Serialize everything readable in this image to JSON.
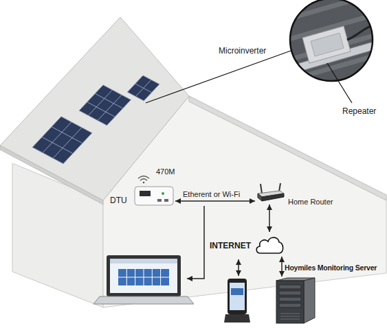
{
  "diagram": {
    "nodes": [
      {
        "text": [
          "DTU"
        ]
      },
      {
        "text": [
          "Home Router"
        ]
      },
      {
        "text": [
          "INTERNET"
        ]
      },
      {
        "text": [
          "Hoymiles Monitoring Server"
        ]
      }
    ],
    "edges": [
      {
        "from": 0,
        "to": 1,
        "arrow": "both",
        "label": "Etherent or Wi-Fi"
      },
      {
        "from": 1,
        "to": 2,
        "arrow": "both"
      },
      {
        "from": 2,
        "to": 3,
        "arrow": "both"
      }
    ],
    "labels": [
      "Microinverter",
      "Repeater",
      "470M"
    ]
  }
}
